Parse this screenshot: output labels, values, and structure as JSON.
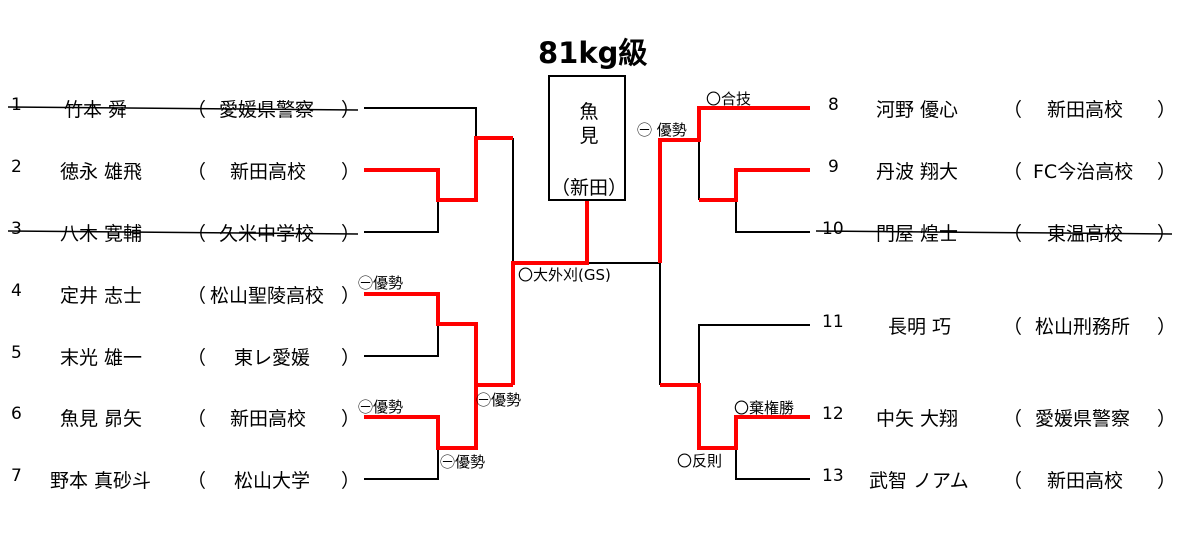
{
  "title": "81kg級",
  "champion": {
    "name_line1": "魚",
    "name_line2": "見",
    "school": "（新田）"
  },
  "left_entries": [
    {
      "num": "1",
      "name": "竹本 舜",
      "team": "愛媛県警察",
      "withdrawn": true
    },
    {
      "num": "2",
      "name": "徳永 雄飛",
      "team": "新田高校",
      "withdrawn": false
    },
    {
      "num": "3",
      "name": "八木 寛輔",
      "team": "久米中学校",
      "withdrawn": true
    },
    {
      "num": "4",
      "name": "定井 志士",
      "team": "松山聖陵高校",
      "withdrawn": false
    },
    {
      "num": "5",
      "name": "末光 雄一",
      "team": "東レ愛媛",
      "withdrawn": false
    },
    {
      "num": "6",
      "name": "魚見 昴矢",
      "team": "新田高校",
      "withdrawn": false
    },
    {
      "num": "7",
      "name": "野本 真砂斗",
      "team": "松山大学",
      "withdrawn": false
    }
  ],
  "right_entries": [
    {
      "num": "8",
      "name": "河野 優心",
      "team": "新田高校",
      "withdrawn": false
    },
    {
      "num": "9",
      "name": "丹波 翔大",
      "team": "FC今治高校",
      "withdrawn": false
    },
    {
      "num": "10",
      "name": "門屋 煌士",
      "team": "東温高校",
      "withdrawn": true
    },
    {
      "num": "11",
      "name": "長明 巧",
      "team": "松山刑務所",
      "withdrawn": false
    },
    {
      "num": "12",
      "name": "中矢 大翔",
      "team": "愛媛県警察",
      "withdrawn": false
    },
    {
      "num": "13",
      "name": "武智 ノアム",
      "team": "新田高校",
      "withdrawn": false
    }
  ],
  "paren_open": "（",
  "paren_close": "）",
  "results": {
    "r_4_5": "㊀優勢",
    "r_6_7": "㊀優勢",
    "r_sf_low": "㊀優勢",
    "r_qf_low": "㊀優勢",
    "final": "〇大外刈(GS)",
    "r_8_9": "〇合技",
    "r_right_semi": "㊀ 優勢",
    "r_12_13": "〇棄権勝",
    "r_right_low": "〇反則"
  },
  "colors": {
    "winner_line": "#ff0000",
    "line": "#000000"
  }
}
